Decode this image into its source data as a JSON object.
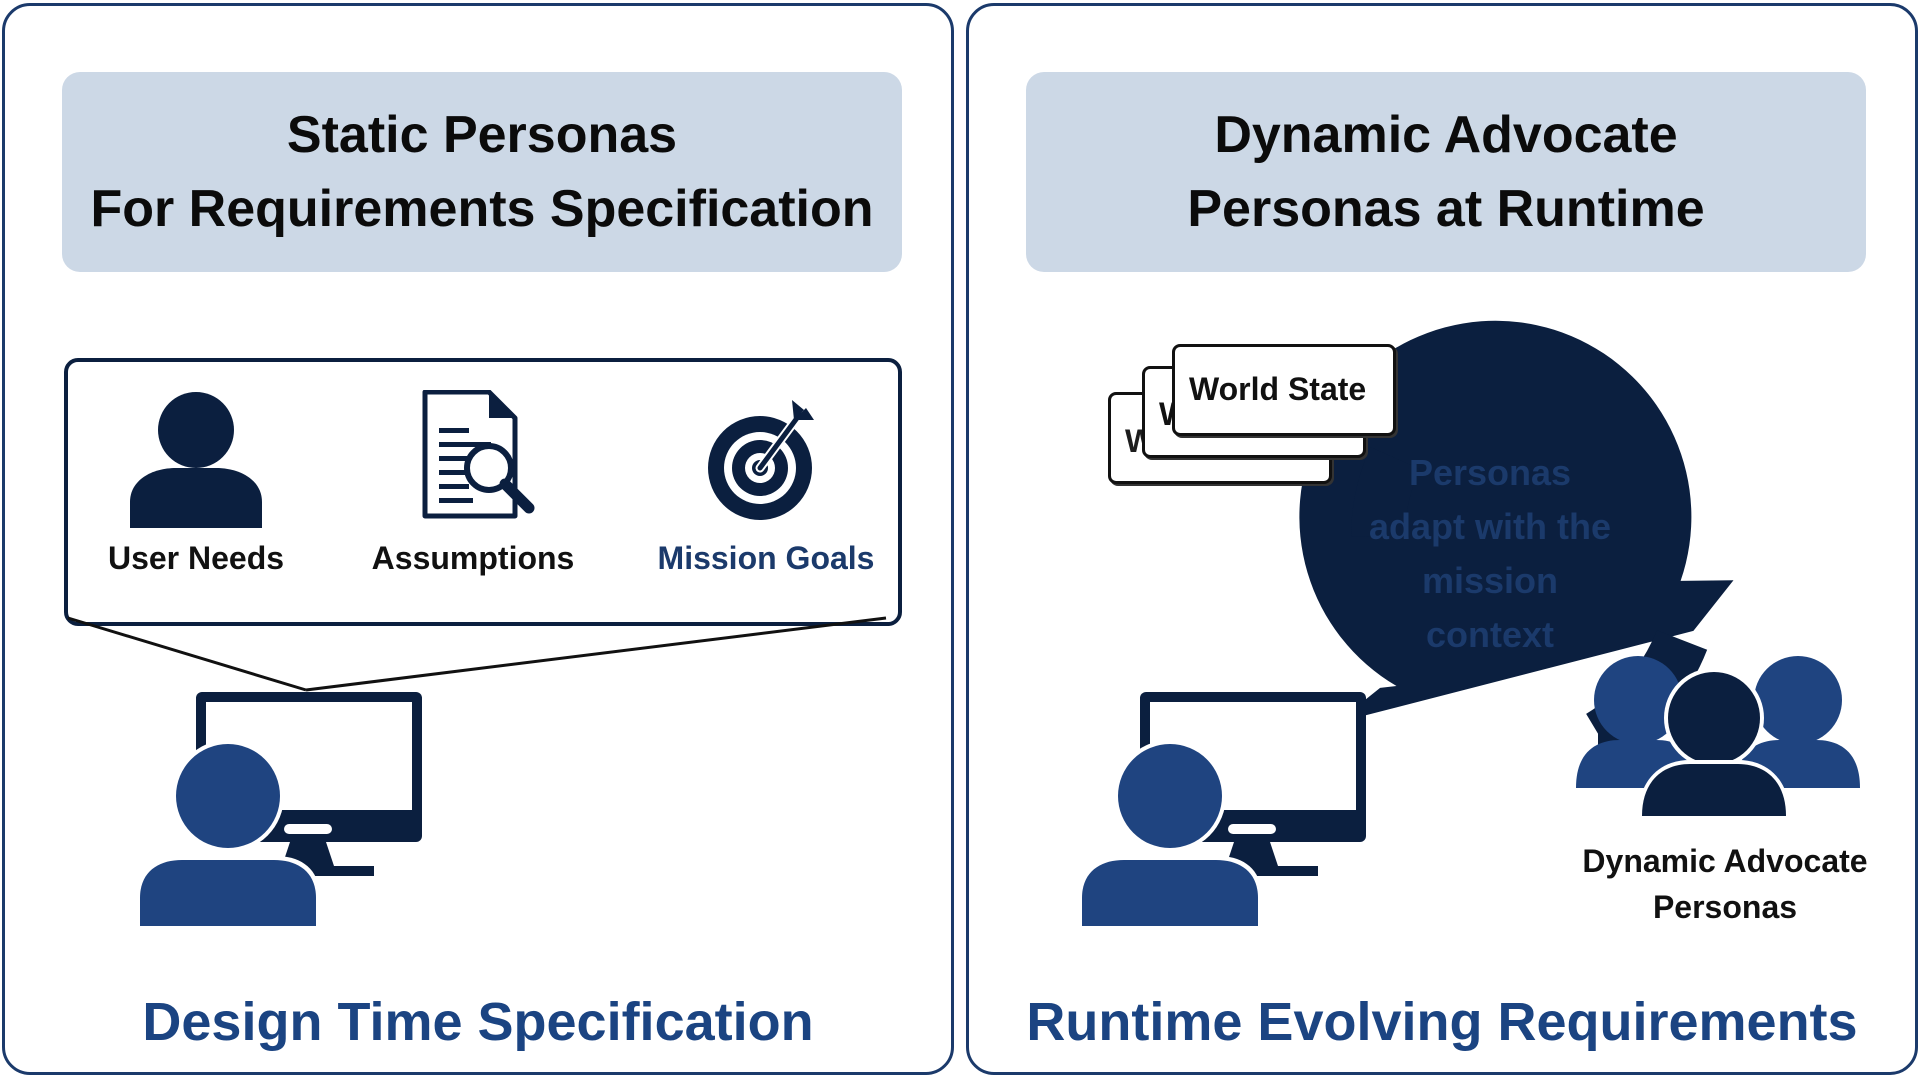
{
  "left_panel": {
    "header": {
      "line1": "Static Personas",
      "line2": "For Requirements Specification"
    },
    "items": [
      {
        "label": "User Needs",
        "icon": "user-icon"
      },
      {
        "label": "Assumptions",
        "icon": "document-search-icon"
      },
      {
        "label": "Mission Goals",
        "icon": "target-icon"
      }
    ],
    "footer": "Design Time Specification"
  },
  "right_panel": {
    "header": {
      "line1": "Dynamic Advocate",
      "line2": "Personas at Runtime"
    },
    "world_state_label": "World State",
    "cycle_text": [
      "Personas",
      "adapt with the",
      "mission",
      "context"
    ],
    "personas_caption": [
      "Dynamic Advocate",
      "Personas"
    ],
    "footer": "Runtime Evolving Requirements"
  },
  "colors": {
    "border": "#1b3a6b",
    "header_bg": "#ccd8e6",
    "navy": "#0b1f3f",
    "blue": "#1b4482",
    "person_blue": "#1f4480"
  }
}
